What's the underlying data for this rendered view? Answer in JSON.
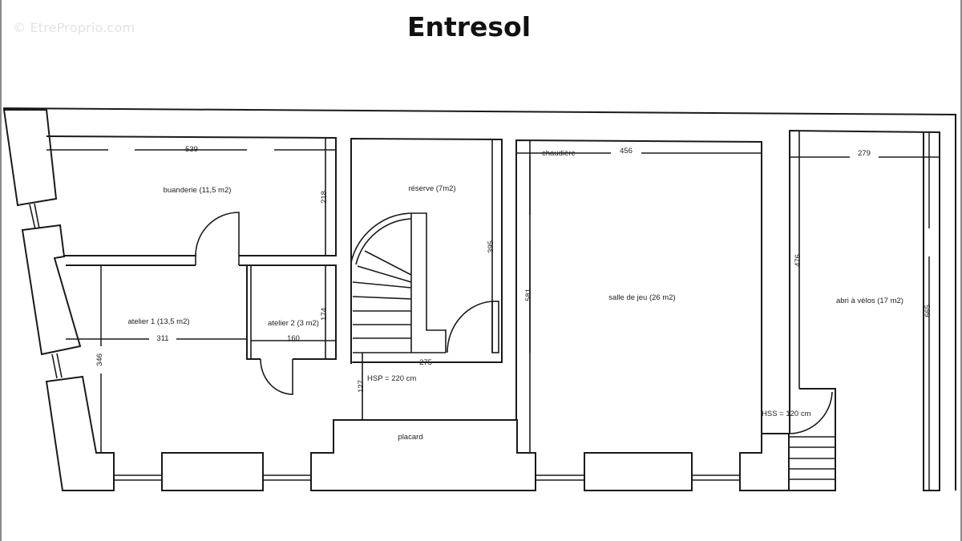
{
  "watermark": "© EtreProprio.com",
  "title": "Entresol",
  "rooms": [
    {
      "id": "buanderie",
      "label": "buanderie (11,5 m2)"
    },
    {
      "id": "reserve",
      "label": "réserve (7m2)"
    },
    {
      "id": "salle-de-jeu",
      "label": "salle de jeu (26 m2)"
    },
    {
      "id": "abri-velos",
      "label": "abri à vélos (17 m2)"
    },
    {
      "id": "atelier-1",
      "label": "atelier 1 (13,5 m2)"
    },
    {
      "id": "atelier-2",
      "label": "atelier 2 (3 m2)"
    },
    {
      "id": "placard",
      "label": "placard"
    },
    {
      "id": "chaudiere",
      "label": "chaudière"
    }
  ],
  "annotations": {
    "hsp": "HSP = 220 cm",
    "hss": "HSS = 120 cm"
  },
  "dimensions": {
    "buanderie_width": "539",
    "buanderie_height": "218",
    "reserve_height": "395",
    "reserve_width": "275",
    "salle_width": "456",
    "salle_height": "581",
    "abri_width": "279",
    "abri_height_left": "476",
    "abri_height_right": "665",
    "atelier1_width": "311",
    "atelier1_height": "346",
    "atelier2_width": "160",
    "atelier2_height": "174",
    "corridor_height": "127"
  }
}
